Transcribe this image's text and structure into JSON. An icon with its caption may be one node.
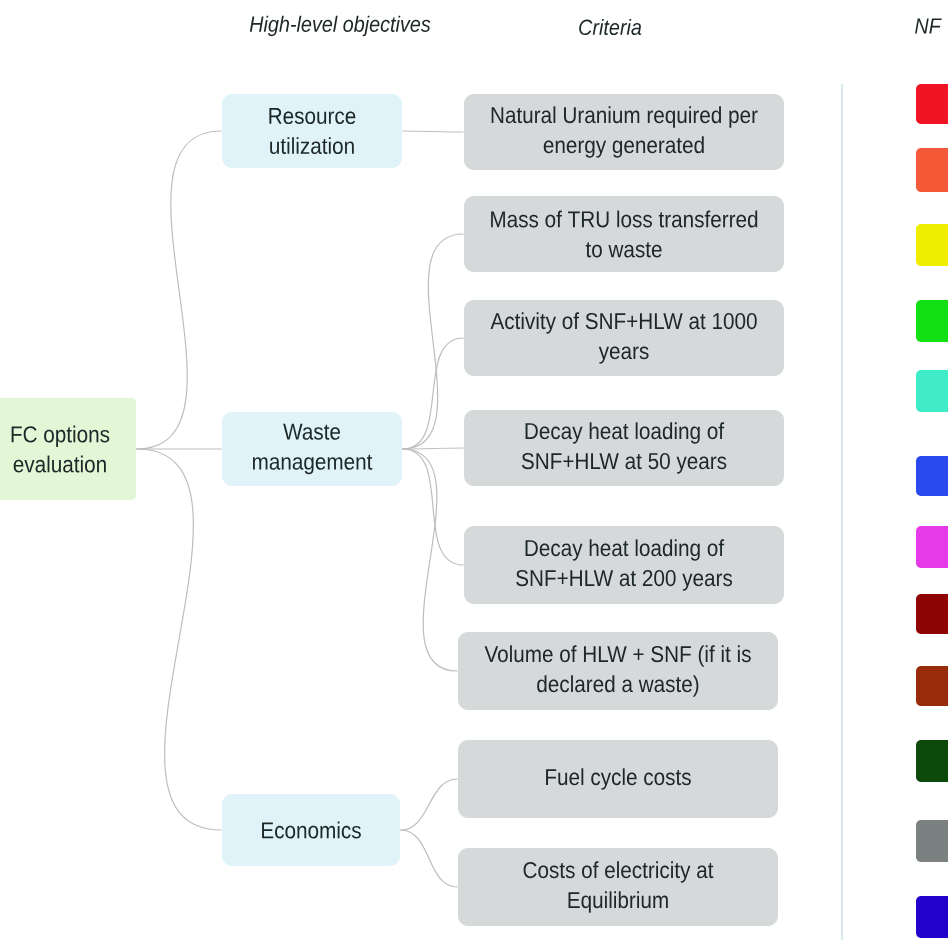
{
  "diagram": {
    "nodes": [
      {
        "text": [
          "FC options evaluation"
        ]
      },
      {
        "text": [
          "Resource utilization"
        ]
      },
      {
        "text": [
          "Waste management"
        ]
      },
      {
        "text": [
          "Economics"
        ]
      },
      {
        "text": [
          "Natural Uranium required per energy generated"
        ]
      },
      {
        "text": [
          "Mass of TRU loss transferred to waste"
        ]
      },
      {
        "text": [
          "Activity of SNF+HLW at 1000 years"
        ]
      },
      {
        "text": [
          "Decay heat loading of SNF+HLW at 50 years"
        ]
      },
      {
        "text": [
          "Decay heat loading of SNF+HLW at 200 years"
        ]
      },
      {
        "text": [
          "Volume of HLW + SNF (if it is declared a waste)"
        ]
      },
      {
        "text": [
          "Fuel cycle costs"
        ]
      },
      {
        "text": [
          "Costs of electricity at Equilibrium"
        ]
      }
    ],
    "edges": [
      {
        "from": 0,
        "to": 1,
        "arrow": "none"
      },
      {
        "from": 0,
        "to": 2,
        "arrow": "none"
      },
      {
        "from": 0,
        "to": 3,
        "arrow": "none"
      },
      {
        "from": 1,
        "to": 4,
        "arrow": "none"
      },
      {
        "from": 2,
        "to": 5,
        "arrow": "none"
      },
      {
        "from": 2,
        "to": 6,
        "arrow": "none"
      },
      {
        "from": 2,
        "to": 7,
        "arrow": "none"
      },
      {
        "from": 2,
        "to": 8,
        "arrow": "none"
      },
      {
        "from": 2,
        "to": 9,
        "arrow": "none"
      },
      {
        "from": 3,
        "to": 10,
        "arrow": "none"
      },
      {
        "from": 3,
        "to": 11,
        "arrow": "none"
      }
    ],
    "labels": [
      "High-level objectives",
      "Criteria",
      "NF"
    ]
  }
}
